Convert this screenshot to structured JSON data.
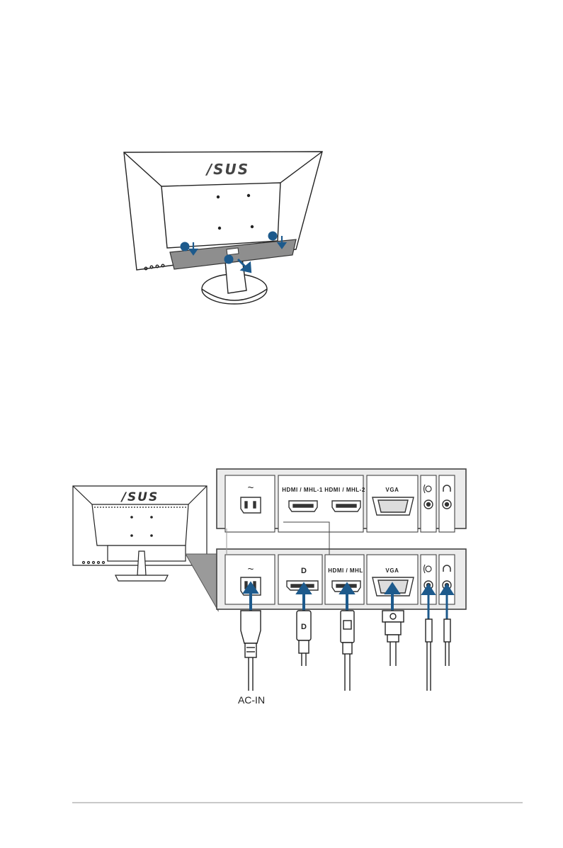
{
  "step1": {
    "brand": "/SUS",
    "markers": [
      "",
      "",
      ""
    ]
  },
  "step2": {
    "brand": "/SUS",
    "panel_top": {
      "ports": [
        {
          "id": "ac",
          "label": "~"
        },
        {
          "id": "hdmi1",
          "label": "HDMI / MHL-1"
        },
        {
          "id": "hdmi2",
          "label": "HDMI / MHL-2"
        },
        {
          "id": "vga",
          "label": "VGA"
        },
        {
          "id": "audio_in",
          "label": "audio-in-icon"
        },
        {
          "id": "headphone",
          "label": "headphone-icon"
        }
      ]
    },
    "panel_bottom": {
      "ports": [
        {
          "id": "ac",
          "label": "~"
        },
        {
          "id": "dp",
          "label": "D"
        },
        {
          "id": "hdmi",
          "label": "HDMI / MHL"
        },
        {
          "id": "vga",
          "label": "VGA"
        },
        {
          "id": "audio_in",
          "label": "audio-in-icon"
        },
        {
          "id": "headphone",
          "label": "headphone-icon"
        }
      ]
    },
    "cable_label": "AC-IN"
  },
  "colors": {
    "accent": "#1d5a8c",
    "line": "#222222",
    "panel_fill": "#eeeeee"
  }
}
